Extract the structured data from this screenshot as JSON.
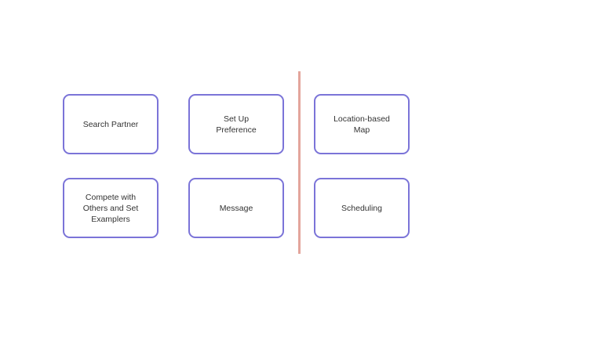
{
  "colors": {
    "card_border": "#7b74d8",
    "divider": "#e3a59c",
    "text": "#333333",
    "background": "#ffffff"
  },
  "cards": [
    {
      "label": "Search Partner"
    },
    {
      "label": "Set Up\nPreference"
    },
    {
      "label": "Location-based\nMap"
    },
    {
      "label": "Compete with\nOthers  and Set\nExamplers"
    },
    {
      "label": "Message"
    },
    {
      "label": "Scheduling"
    }
  ]
}
